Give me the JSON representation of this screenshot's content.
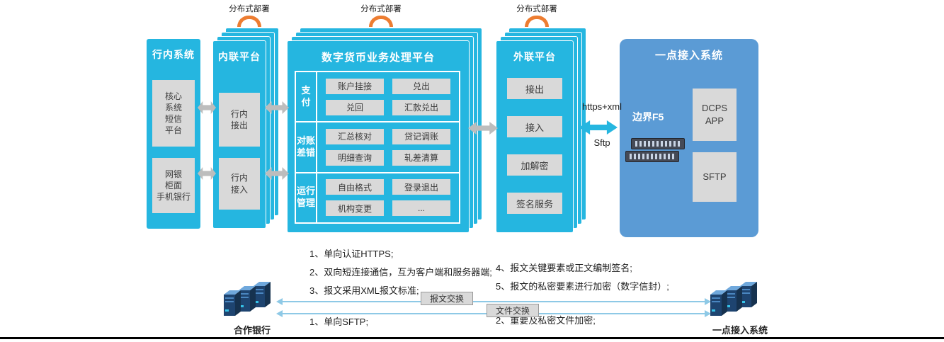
{
  "deploy_labels": [
    "分布式部署",
    "分布式部署",
    "分布式部署"
  ],
  "bank_system": {
    "title": "行内系统",
    "box1": "核心\n系统\n短信\n平台",
    "box2": "网银\n柜面\n手机银行"
  },
  "internal_platform": {
    "title": "内联平台",
    "out_box": "行内\n接出",
    "in_box": "行内\n接入"
  },
  "dcp_platform": {
    "title": "数字货币业务处理平台",
    "sections": [
      {
        "label": "支\n付",
        "buttons": [
          "账户挂接",
          "兑出",
          "兑回",
          "汇款兑出"
        ]
      },
      {
        "label": "对账\n差错",
        "buttons": [
          "汇总核对",
          "贷记调账",
          "明细查询",
          "轧差清算"
        ]
      },
      {
        "label": "运行\n管理",
        "buttons": [
          "自由格式",
          "登录退出",
          "机构变更",
          "..."
        ]
      }
    ]
  },
  "external_platform": {
    "title": "外联平台",
    "buttons": [
      "接出",
      "接入",
      "加解密",
      "签名服务"
    ]
  },
  "access_system": {
    "title": "一点接入系统",
    "f5_label": "边界F5",
    "box1": "DCPS\nAPP",
    "box2": "SFTP"
  },
  "link": {
    "top_label": "https+xml",
    "bottom_label": "Sftp"
  },
  "notes": {
    "left": [
      "1、单向认证HTTPS;",
      "2、双向短连接通信，互为客户端和服务器端;",
      "3、报文采用XML报文标准;"
    ],
    "right": [
      "4、报文关键要素或正文编制签名;",
      "5、报文的私密要素进行加密（数字信封）;"
    ],
    "bottom_left": "1、单向SFTP;",
    "bottom_right": "2、重要及私密文件加密;"
  },
  "exchange": {
    "message_label": "报文交换",
    "file_label": "文件交换"
  },
  "entities": {
    "left_label": "合作银行",
    "right_label": "一点接入系统"
  },
  "colors": {
    "cyan": "#25b6e0",
    "blue": "#5b9bd5",
    "gray_box": "#d9d9d9",
    "orange": "#ed7d31",
    "arrow_gray": "#bdbdbd",
    "thin_arrow": "#8ec9e6"
  }
}
